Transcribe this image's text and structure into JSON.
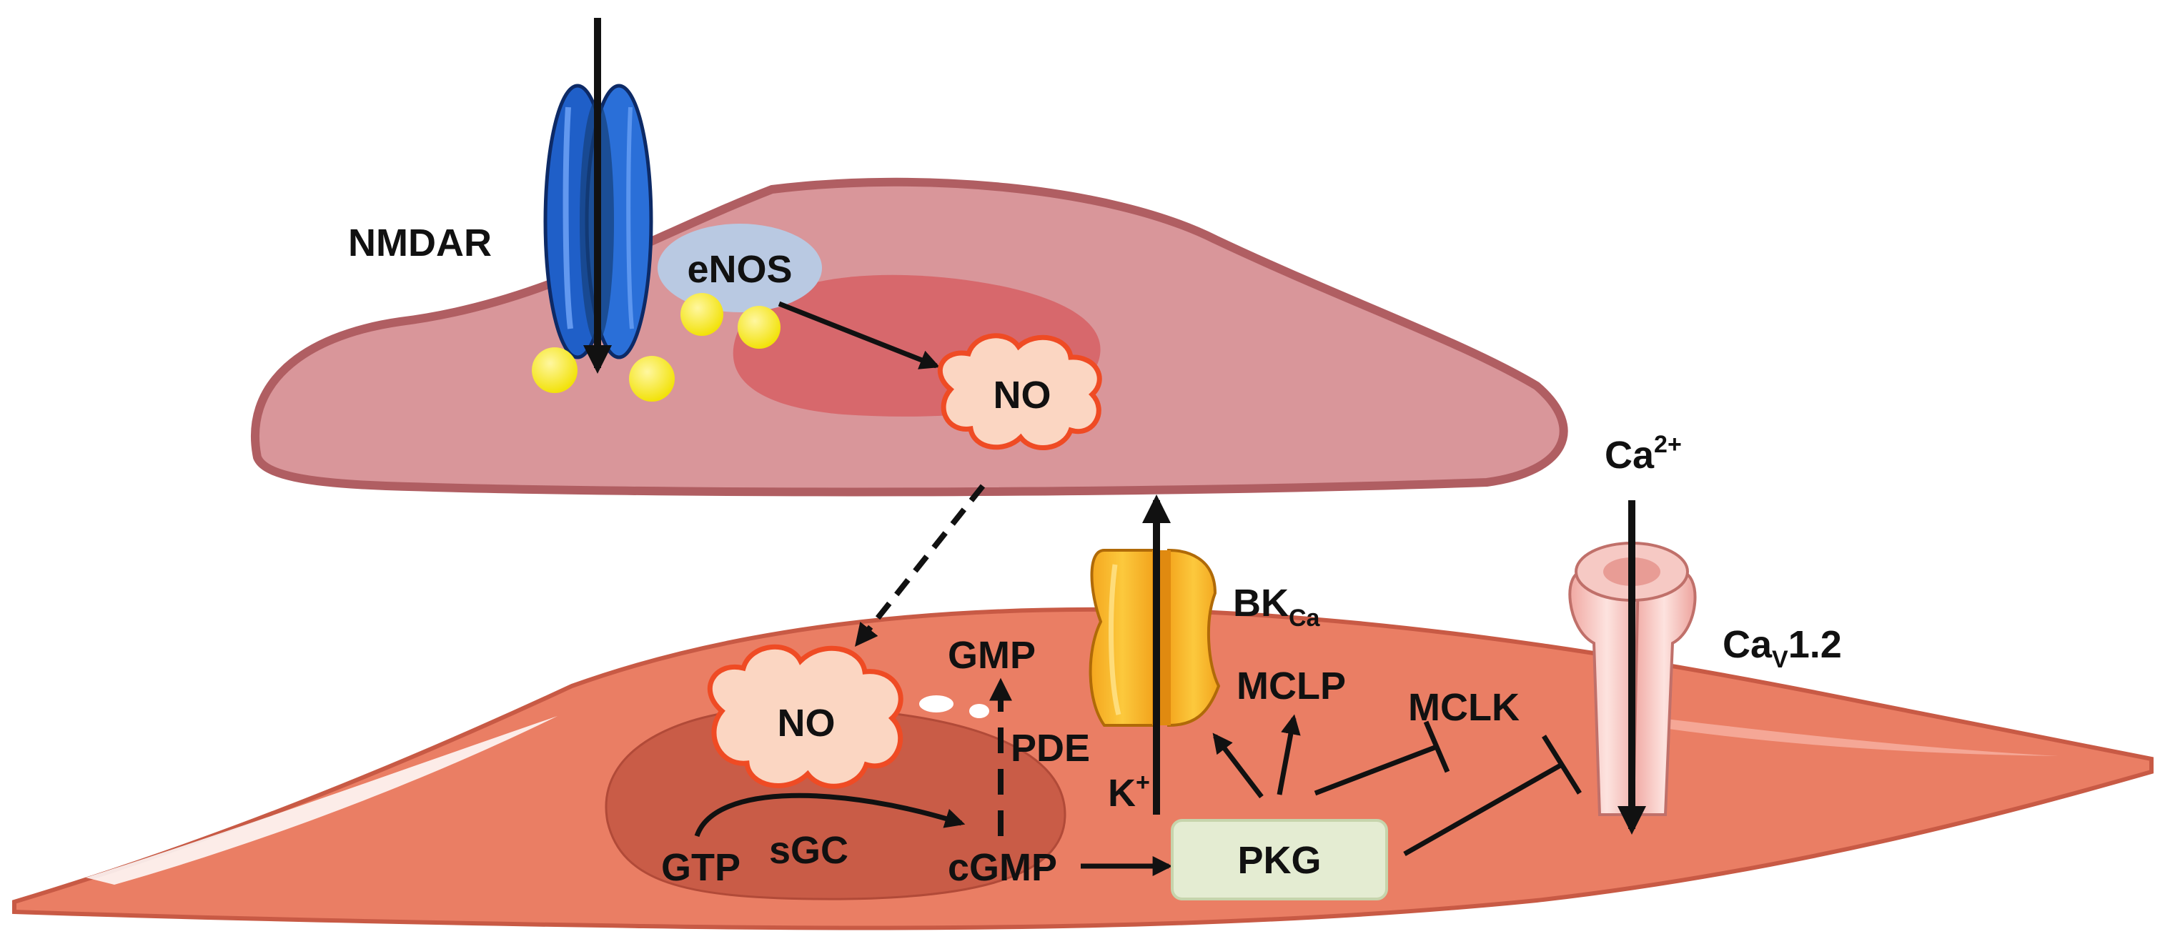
{
  "labels": {
    "nmdar": "NMDAR",
    "enos": "eNOS",
    "no_endo": "NO",
    "no_smc": "NO",
    "ca": "Ca",
    "ca_sup": "2+",
    "bk_main": "BK",
    "bk_sub": "Ca",
    "cav_main": "Ca",
    "cav_sub": "V",
    "cav_rest": "1.2",
    "gmp": "GMP",
    "pde": "PDE",
    "k": "K",
    "k_sup": "+",
    "mclp": "MCLP",
    "mclk": "MCLK",
    "gtp": "GTP",
    "sgc": "sGC",
    "cgmp": "cGMP",
    "pkg": "PKG"
  },
  "colors": {
    "endothelial_cell": "#d9969a",
    "endothelial_border": "#b05e62",
    "endothelial_nucleus": "#d7686c",
    "smooth_muscle_cell": "#ea7e64",
    "smooth_muscle_border": "#c85a45",
    "smooth_muscle_nucleus": "#c95c47",
    "nmdar_channel": "#1f5fc8",
    "enos_blob": "#b9c9e2",
    "calcium_dots": "#f7ea12",
    "no_cloud": "#fbd6c2",
    "no_cloud_border": "#ef4b24",
    "bkca_channel": "#f7b928",
    "cav_channel": "#f5c6c2",
    "pkg_box": "#e4ecd2"
  },
  "icons": {
    "nmdar": "ion-channel-icon",
    "bkca": "ion-channel-icon",
    "cav": "ion-channel-icon",
    "no": "cloud-icon",
    "calcium": "dot-icon"
  }
}
